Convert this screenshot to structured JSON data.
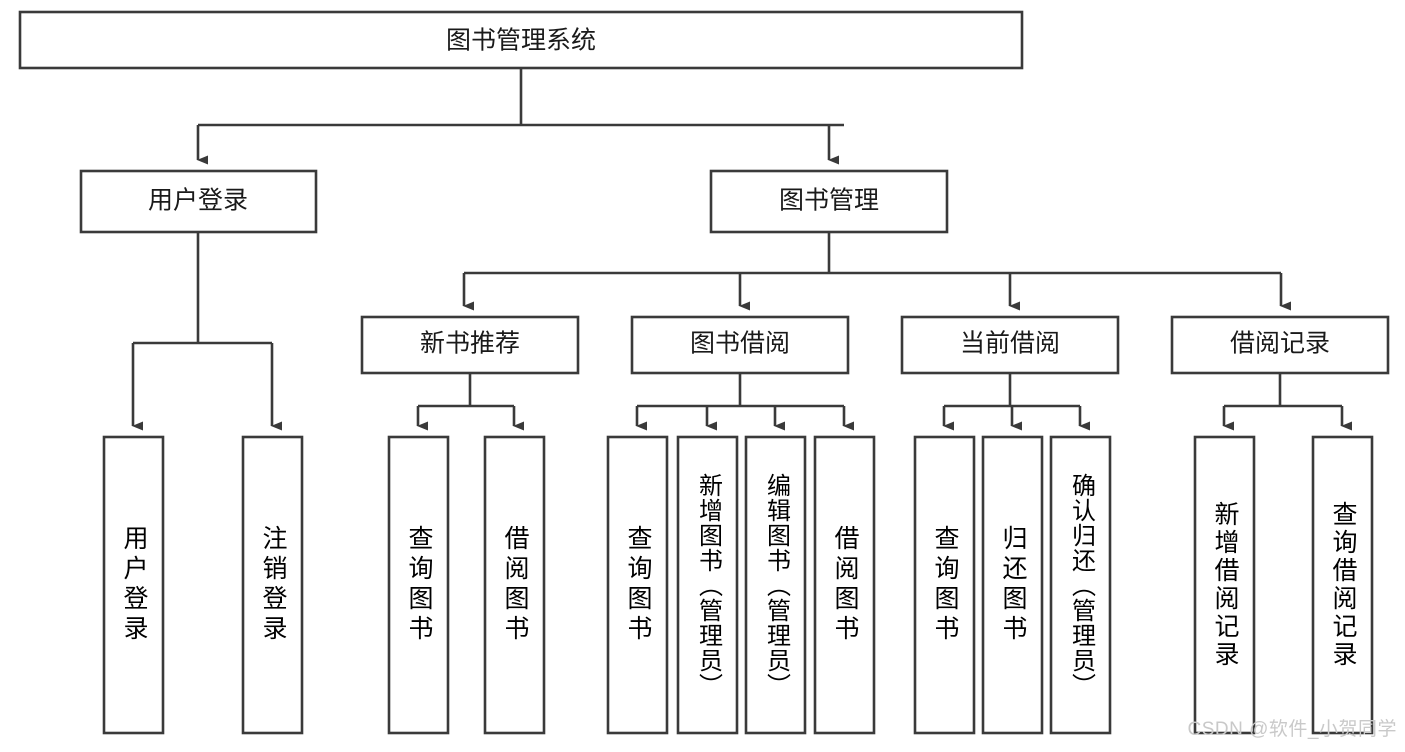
{
  "diagram": {
    "title_node": {
      "label": "图书管理系统"
    },
    "level2": [
      {
        "id": "user-login",
        "label": "用户登录"
      },
      {
        "id": "book-management",
        "label": "图书管理"
      }
    ],
    "level3": [
      {
        "id": "new-book-recommend",
        "label": "新书推荐"
      },
      {
        "id": "book-borrow",
        "label": "图书借阅"
      },
      {
        "id": "current-borrow",
        "label": "当前借阅"
      },
      {
        "id": "borrow-record",
        "label": "借阅记录"
      }
    ],
    "leaves": [
      {
        "id": "leaf-user-login",
        "label": "用户登录"
      },
      {
        "id": "leaf-logout-login",
        "label": "注销登录"
      },
      {
        "id": "leaf-query-book-1",
        "label": "查询图书"
      },
      {
        "id": "leaf-borrow-book-1",
        "label": "借阅图书"
      },
      {
        "id": "leaf-query-book-2",
        "label": "查询图书"
      },
      {
        "id": "leaf-add-book-admin",
        "label": "新增图书（管理员）"
      },
      {
        "id": "leaf-edit-book-admin",
        "label": "编辑图书（管理员）"
      },
      {
        "id": "leaf-borrow-book-2",
        "label": "借阅图书"
      },
      {
        "id": "leaf-query-book-3",
        "label": "查询图书"
      },
      {
        "id": "leaf-return-book",
        "label": "归还图书"
      },
      {
        "id": "leaf-confirm-return-admin",
        "label": "确认归还（管理员）"
      },
      {
        "id": "leaf-add-borrow-record",
        "label": "新增借阅记录"
      },
      {
        "id": "leaf-query-borrow-record",
        "label": "查询借阅记录"
      }
    ]
  },
  "watermark": {
    "text": "CSDN @软件_小贺同学"
  },
  "colors": {
    "stroke": "#3a3a3a",
    "box_fill": "#ffffff",
    "text": "#1a1a1a",
    "watermark": "#c9c9c9",
    "background": "#ffffff"
  }
}
